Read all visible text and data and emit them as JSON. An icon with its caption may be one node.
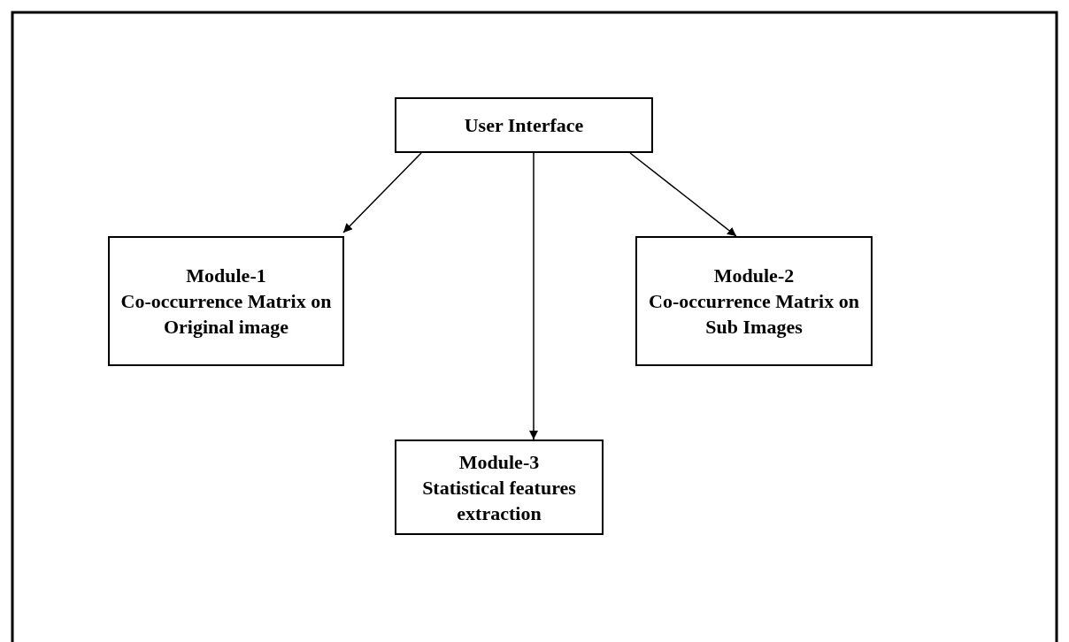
{
  "diagram": {
    "nodes": [
      {
        "text": [
          "User Interface"
        ]
      },
      {
        "text": [
          "Module-1",
          "Co-occurrence Matrix on Original image"
        ]
      },
      {
        "text": [
          "Module-2",
          "Co-occurrence Matrix on Sub Images"
        ]
      },
      {
        "text": [
          "Module-3",
          "Statistical features extraction"
        ]
      }
    ],
    "edges": [
      {
        "from": 0,
        "to": 1,
        "arrow": "to"
      },
      {
        "from": 0,
        "to": 3,
        "arrow": "to"
      },
      {
        "from": 0,
        "to": 2,
        "arrow": "to"
      }
    ]
  }
}
